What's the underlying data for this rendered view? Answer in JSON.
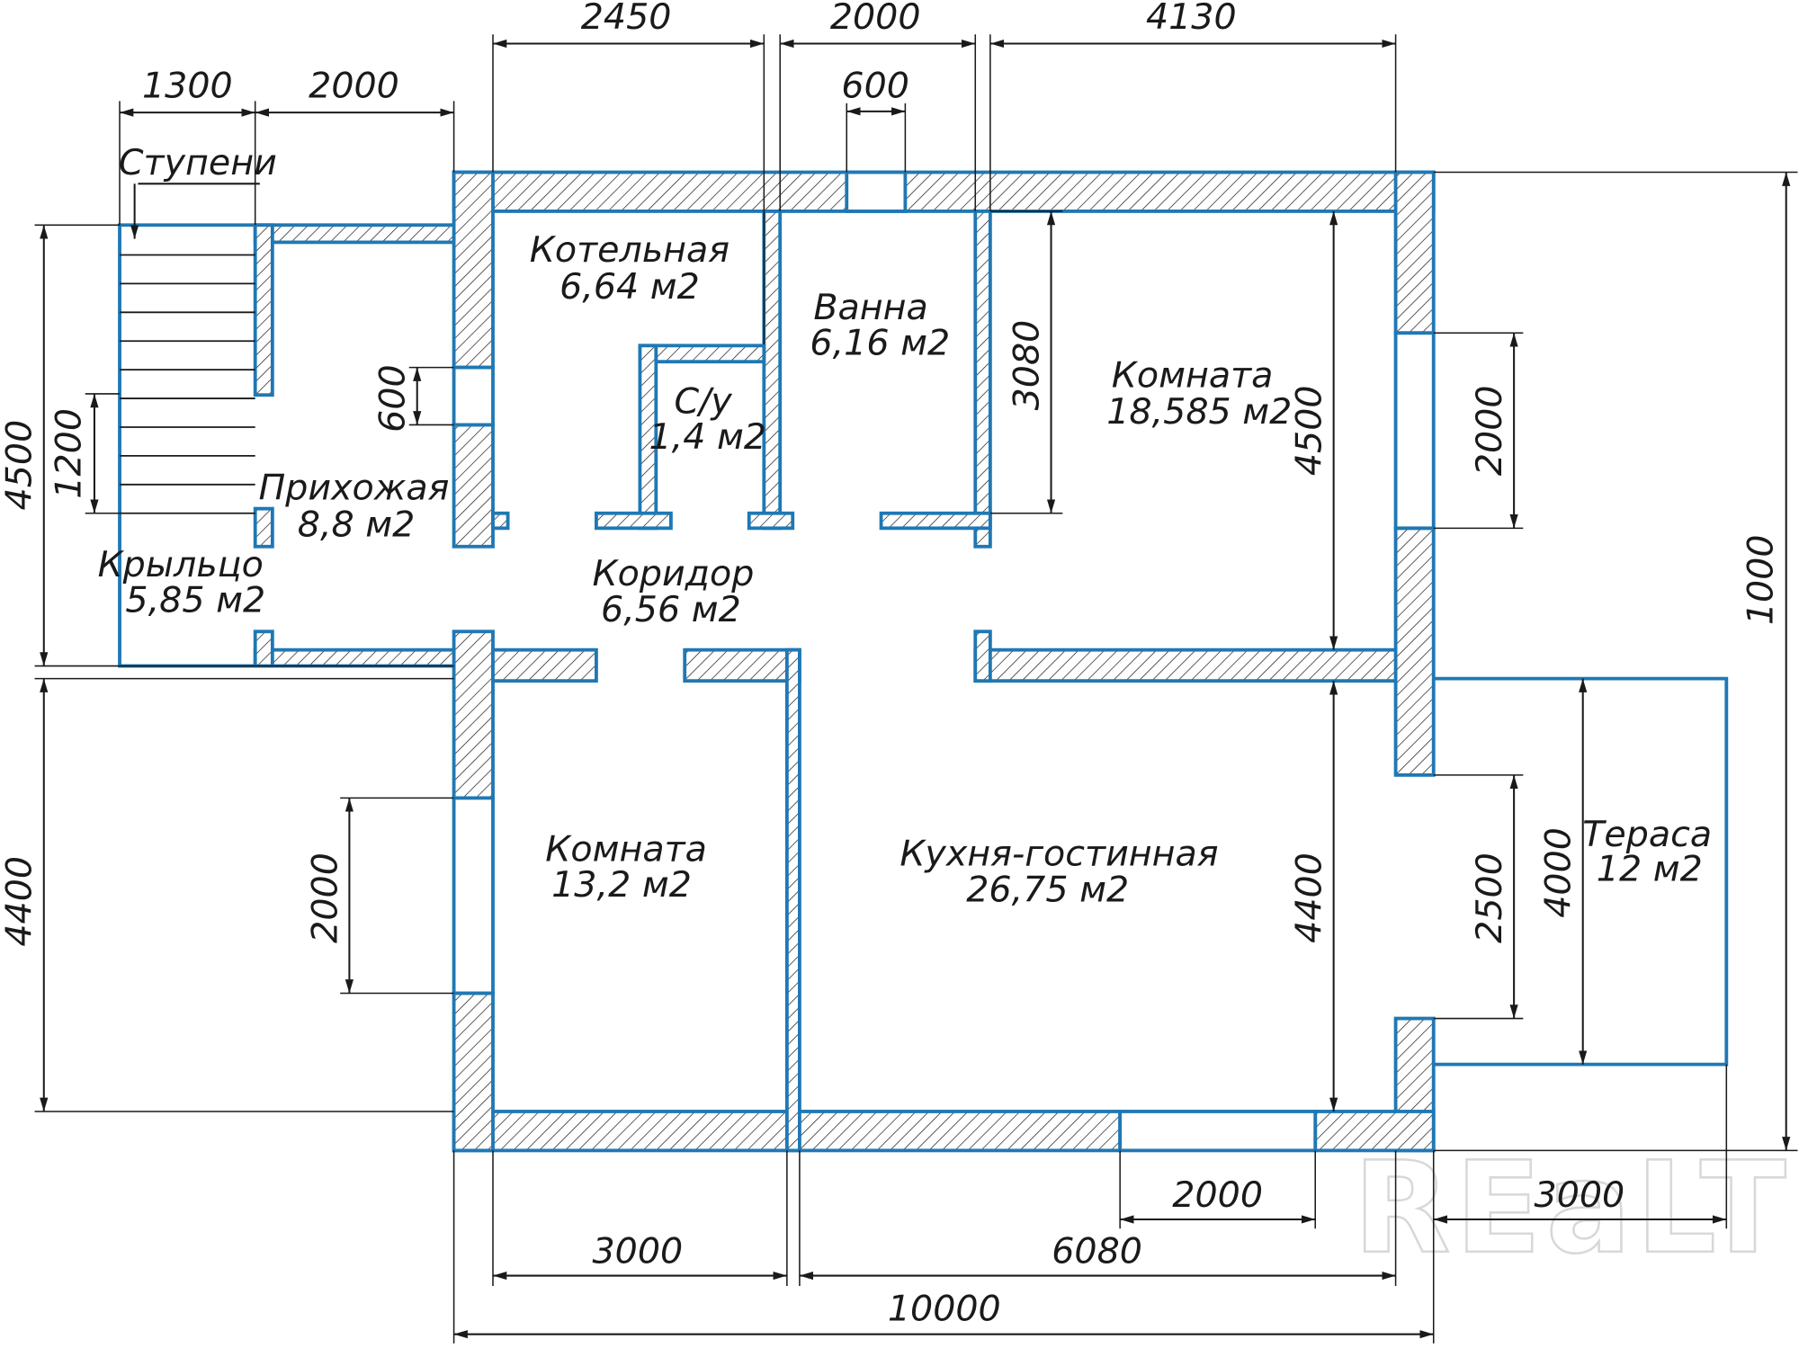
{
  "rooms": {
    "boiler": {
      "name": "Котельная",
      "area": "6,64 м2"
    },
    "bath": {
      "name": "Ванна",
      "area": "6,16 м2"
    },
    "room_top": {
      "name": "Комната",
      "area": "18,585 м2"
    },
    "wc": {
      "name": "С/у",
      "area": "1,4 м2"
    },
    "hall": {
      "name": "Прихожая",
      "area": "8,8 м2"
    },
    "porch": {
      "name": "Крыльцо",
      "area": "5,85 м2"
    },
    "corridor": {
      "name": "Коридор",
      "area": "6,56 м2"
    },
    "room_bottom": {
      "name": "Комната",
      "area": "13,2 м2"
    },
    "kitchen": {
      "name": "Кухня-гостинная",
      "area": "26,75 м2"
    },
    "terrace": {
      "name": "Тераса",
      "area": "12 м2"
    }
  },
  "labels": {
    "steps": "Ступени"
  },
  "dimensions": {
    "top_2450": "2450",
    "top_2000": "2000",
    "top_4130": "4130",
    "vent_600": "600",
    "porch_1300": "1300",
    "hall_2000": "2000",
    "left_4500": "4500",
    "stair_1200": "1200",
    "hall_win_600": "600",
    "bath_3080": "3080",
    "room_4500": "4500",
    "room_win_2000": "2000",
    "right_1000": "1000",
    "left_4400": "4400",
    "room_win_2000_b": "2000",
    "kitchen_4400": "4400",
    "door_2500": "2500",
    "terrace_4000": "4000",
    "bottom_win_2000": "2000",
    "terrace_3000": "3000",
    "bottom_3000": "3000",
    "bottom_6080": "6080",
    "bottom_10000": "10000"
  },
  "watermark": "REaLT",
  "colors": {
    "wall_outline": "#1f78b4",
    "hatch": "#1a1a1a",
    "lines": "#1a1a1a"
  }
}
